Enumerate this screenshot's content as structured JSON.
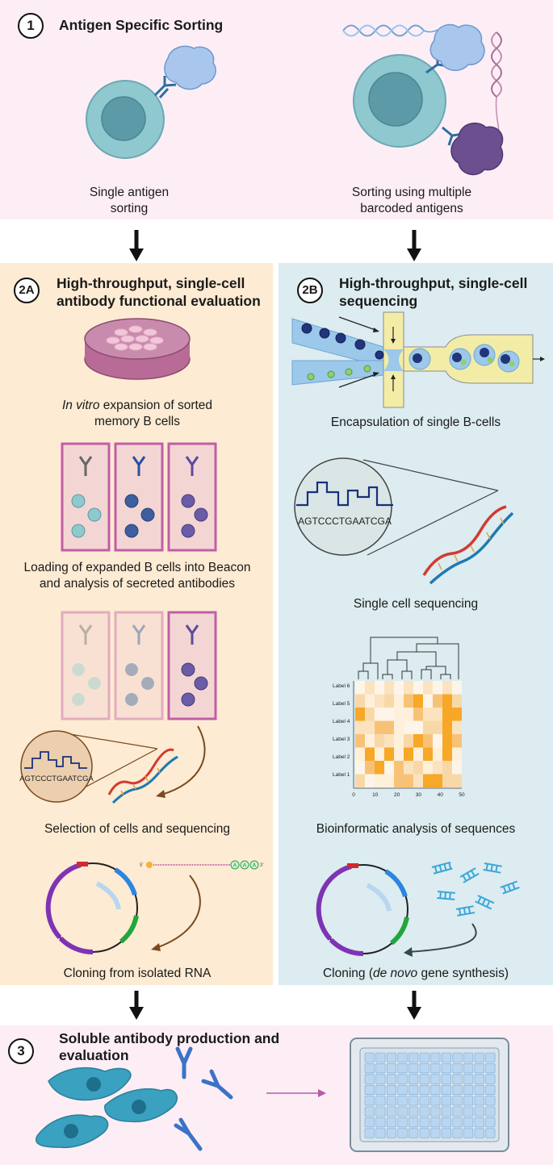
{
  "section1": {
    "number": "1",
    "title": "Antigen Specific Sorting",
    "left_caption_line1": "Single antigen",
    "left_caption_line2": "sorting",
    "right_caption_line1": "Sorting using multiple",
    "right_caption_line2": "barcoded antigens"
  },
  "section2a": {
    "number": "2A",
    "title_line1": "High-throughput, single-cell",
    "title_line2": "antibody functional evaluation",
    "step1_italic": "In vitro",
    "step1_rest": " expansion of sorted",
    "step1_line2": "memory B cells",
    "step2_line1": "Loading of expanded B cells into Beacon",
    "step2_line2": "and analysis of secreted antibodies",
    "sequence": "AGTCCCTGAATCGA",
    "step3": "Selection of cells and sequencing",
    "rna_start": "5'",
    "rna_end": "3'",
    "poly_a": "A",
    "step4": "Cloning from isolated RNA"
  },
  "section2b": {
    "number": "2B",
    "title_line1": "High-throughput, single-cell",
    "title_line2": "sequencing",
    "step1": "Encapsulation of single B-cells",
    "sequence": "AGTCCCTGAATCGA",
    "step2": "Single cell sequencing",
    "heatmap_row_labels": [
      "Label 6",
      "Label 5",
      "Label 4",
      "Label 3",
      "Label 2",
      "Label 1"
    ],
    "heatmap_x_ticks": [
      "0",
      "10",
      "20",
      "30",
      "40",
      "50"
    ],
    "step3": "Bioinformatic analysis of sequences",
    "step4_pre": "Cloning (",
    "step4_italic": "de novo",
    "step4_post": " gene synthesis)"
  },
  "section3": {
    "number": "3",
    "title_line1": "Soluble antibody production and",
    "title_line2": "evaluation"
  },
  "colors": {
    "pink_bg": "#fdeef6",
    "peach_bg": "#fdebd3",
    "blue_bg": "#dcecf0",
    "cell_teal": "#8fc8cf",
    "nucleus": "#5b9aa6",
    "antibody_blue": "#2b6fa3",
    "heat_orange": "#f7a826"
  }
}
